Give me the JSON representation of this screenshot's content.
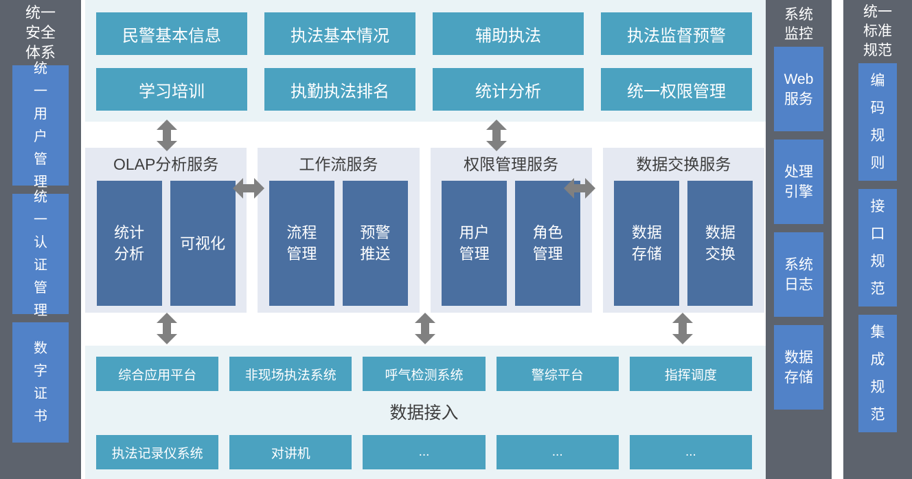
{
  "palette": {
    "gray_column": "#5d636d",
    "column_item_blue": "#5182c8",
    "app_teal": "#4ba2c0",
    "service_panel_bg": "#e5e9f2",
    "service_box_blue": "#4a6fa0",
    "layer_bg": "#eaf3f6",
    "arrow_gray": "#808080",
    "text_light": "#ffffff",
    "text_dark": "#3d3d3d"
  },
  "security_column": {
    "title": "统一\n安全\n体系",
    "items": [
      {
        "label": "统\n一\n用\n户\n管\n理"
      },
      {
        "label": "统\n一\n认\n证\n管\n理"
      },
      {
        "label": "数\n字\n证\n书"
      }
    ]
  },
  "application_layer": {
    "rows": [
      [
        {
          "label": "民警基本信息"
        },
        {
          "label": "执法基本情况"
        },
        {
          "label": "辅助执法"
        },
        {
          "label": "执法监督预警"
        }
      ],
      [
        {
          "label": "学习培训"
        },
        {
          "label": "执勤执法排名"
        },
        {
          "label": "统计分析"
        },
        {
          "label": "统一权限管理"
        }
      ]
    ]
  },
  "services_layer": {
    "panels": [
      {
        "title": "OLAP分析服务",
        "boxes": [
          {
            "label": "统计\n分析"
          },
          {
            "label": "可视化"
          }
        ]
      },
      {
        "title": "工作流服务",
        "boxes": [
          {
            "label": "流程\n管理"
          },
          {
            "label": "预警\n推送"
          }
        ]
      },
      {
        "title": "权限管理服务",
        "boxes": [
          {
            "label": "用户\n管理"
          },
          {
            "label": "角色\n管理"
          }
        ]
      },
      {
        "title": "数据交换服务",
        "boxes": [
          {
            "label": "数据\n存储"
          },
          {
            "label": "数据\n交换"
          }
        ]
      }
    ]
  },
  "data_layer": {
    "label": "数据接入",
    "rows": [
      [
        {
          "label": "综合应用平台"
        },
        {
          "label": "非现场执法系统"
        },
        {
          "label": "呼气检测系统"
        },
        {
          "label": "警综平台"
        },
        {
          "label": "指挥调度"
        }
      ],
      [
        {
          "label": "执法记录仪系统"
        },
        {
          "label": "对讲机"
        },
        {
          "label": "..."
        },
        {
          "label": "..."
        },
        {
          "label": "..."
        }
      ]
    ]
  },
  "monitor_column": {
    "title": "系统\n监控",
    "items": [
      {
        "label": "Web\n服务"
      },
      {
        "label": "处理\n引擎"
      },
      {
        "label": "系统\n日志"
      },
      {
        "label": "数据\n存储"
      }
    ]
  },
  "standards_column": {
    "title": "统一\n标准\n规范",
    "items": [
      {
        "label": "编\n码\n规\n则"
      },
      {
        "label": "接\n口\n规\n范"
      },
      {
        "label": "集\n成\n规\n范"
      }
    ]
  },
  "arrows": {
    "app_to_services": [
      {
        "name": "arrow-app-olap",
        "direction": "vertical"
      },
      {
        "name": "arrow-app-permission",
        "direction": "vertical"
      }
    ],
    "between_services": [
      {
        "name": "arrow-olap-workflow",
        "direction": "horizontal"
      },
      {
        "name": "arrow-permission-exchange",
        "direction": "horizontal"
      }
    ],
    "services_to_data": [
      {
        "name": "arrow-olap-data",
        "direction": "vertical"
      },
      {
        "name": "arrow-workflow-data",
        "direction": "vertical"
      },
      {
        "name": "arrow-exchange-data",
        "direction": "vertical"
      }
    ]
  }
}
